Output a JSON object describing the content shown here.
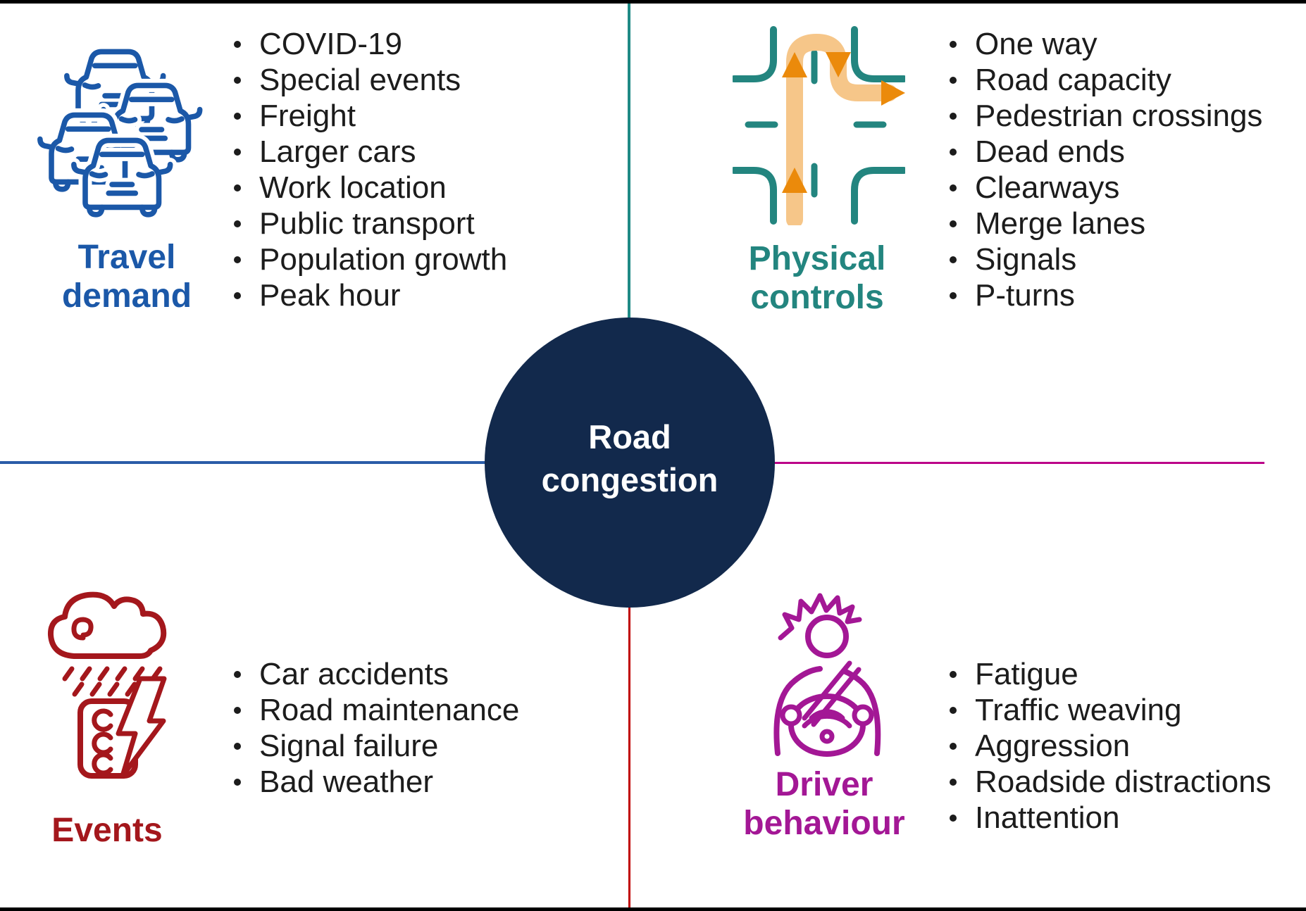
{
  "colors": {
    "blue": "#1B58A8",
    "teal": "#23857F",
    "red": "#A4171C",
    "magenta": "#A31795",
    "navy": "#12294C",
    "line_blue": "#2A5CA8",
    "line_teal": "#1F8A85",
    "line_red": "#C00000",
    "line_magenta": "#BB0088",
    "orange": "#EB8A0B",
    "orange_light": "#F6C689",
    "text": "#1C1C1C",
    "frame": "#000000",
    "white": "#FFFFFF"
  },
  "center": {
    "line1": "Road",
    "line2": "congestion"
  },
  "quadrants": {
    "travel_demand": {
      "label_line1": "Travel",
      "label_line2": "demand",
      "icon": "traffic-jam-cars-icon",
      "items": [
        "COVID-19",
        "Special events",
        "Freight",
        "Larger cars",
        "Work location",
        "Public transport",
        "Population growth",
        "Peak hour"
      ]
    },
    "physical_controls": {
      "label_line1": "Physical",
      "label_line2": "controls",
      "icon": "p-turn-intersection-icon",
      "items": [
        "One way",
        "Road capacity",
        "Pedestrian crossings",
        "Dead ends",
        "Clearways",
        "Merge lanes",
        "Signals",
        "P-turns"
      ]
    },
    "events": {
      "label_line1": "Events",
      "icon": "storm-traffic-light-icon",
      "items": [
        "Car accidents",
        "Road maintenance",
        "Signal failure",
        "Bad weather"
      ]
    },
    "driver_behaviour": {
      "label_line1": "Driver",
      "label_line2": "behaviour",
      "icon": "stressed-driver-icon",
      "items": [
        "Fatigue",
        "Traffic weaving",
        "Aggression",
        "Roadside distractions",
        "Inattention"
      ]
    }
  }
}
